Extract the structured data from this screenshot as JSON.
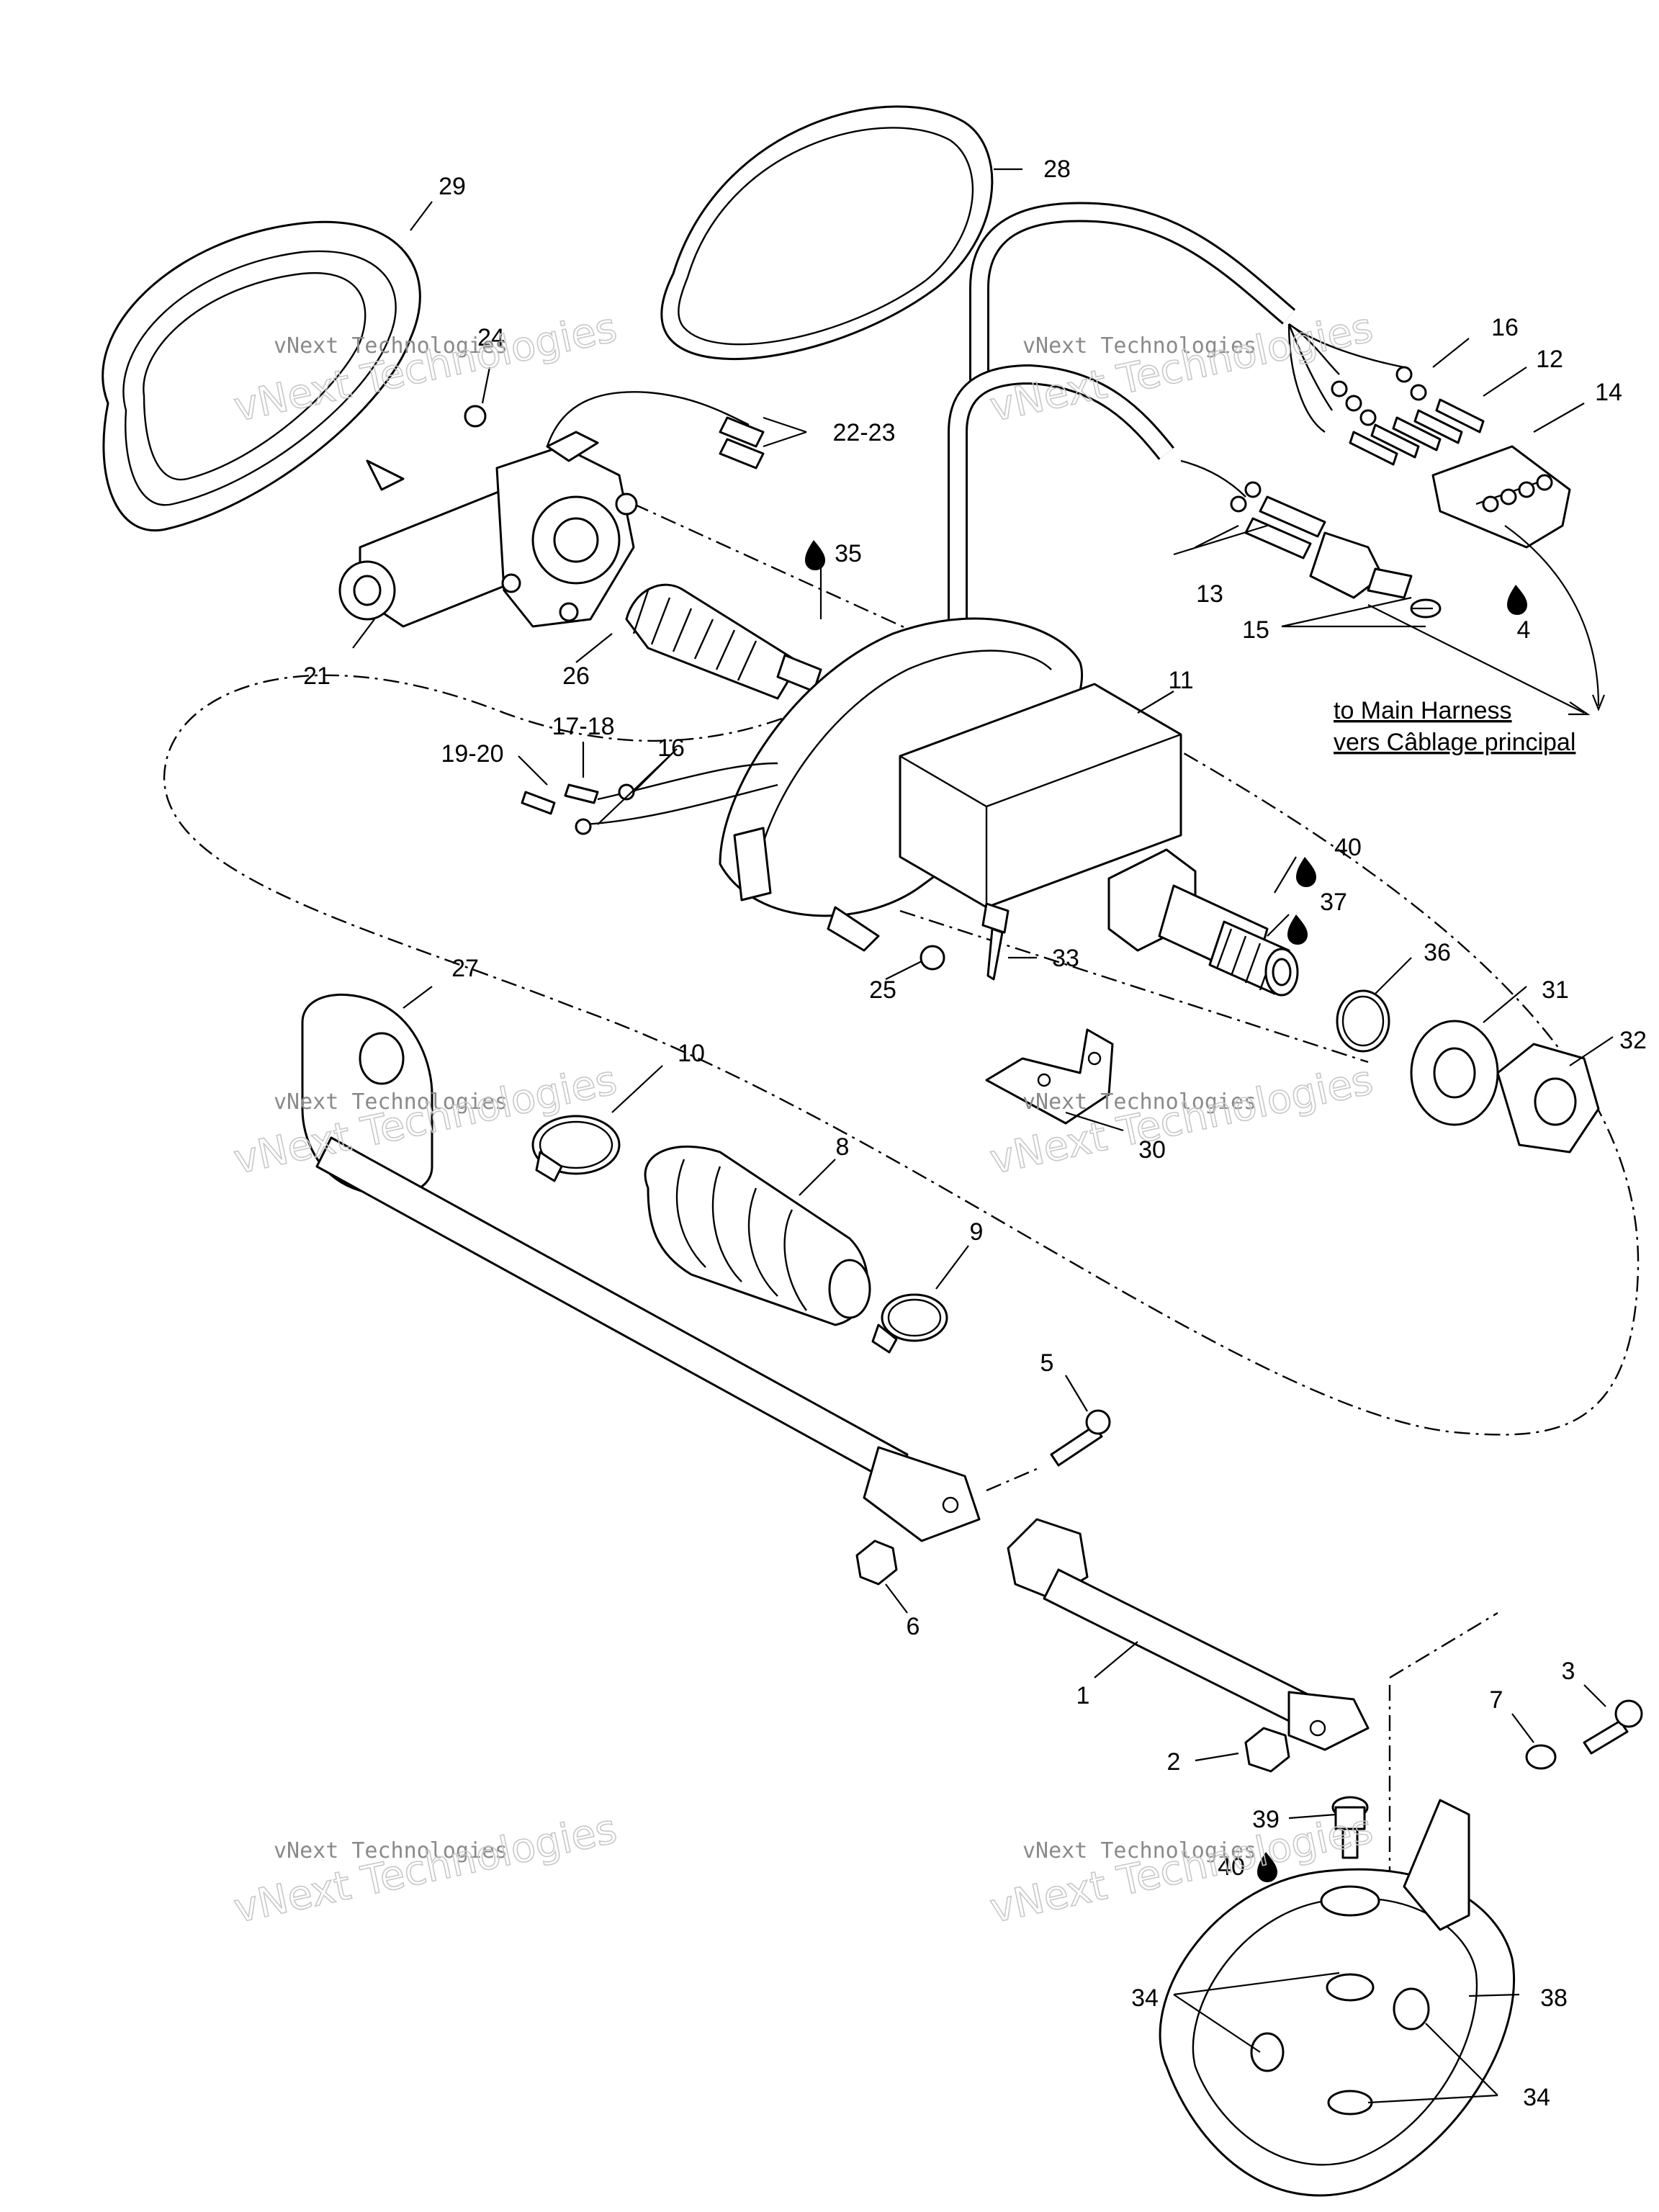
{
  "callouts": [
    "29",
    "24",
    "28",
    "22-23",
    "16",
    "12",
    "14",
    "21",
    "26",
    "35",
    "13",
    "15",
    "4",
    "11",
    "17-18",
    "19-20",
    "16",
    "40",
    "37",
    "33",
    "25",
    "36",
    "31",
    "32",
    "27",
    "10",
    "8",
    "30",
    "9",
    "5",
    "6",
    "1",
    "3",
    "7",
    "2",
    "39",
    "40",
    "34",
    "38",
    "34"
  ],
  "harness_note": {
    "line1": "to Main Harness",
    "line2": "vers Câblage principal"
  },
  "watermark": {
    "line1": "vNext Technologies",
    "line2": "vNext Technologies"
  }
}
